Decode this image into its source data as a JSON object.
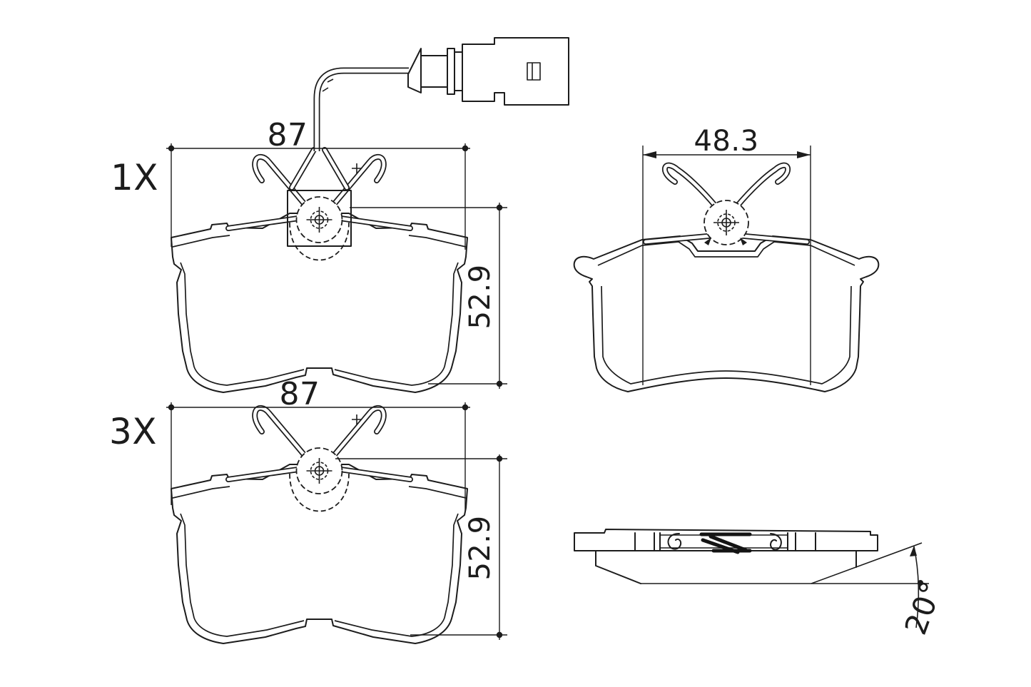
{
  "drawing": {
    "background": "#ffffff",
    "line_color": "#1c1c1c",
    "views": {
      "front_with_sensor": {
        "quantity": "1X",
        "width": "87",
        "height": "52.9"
      },
      "rear": {
        "width": "48.3"
      },
      "front_plain": {
        "quantity": "3X",
        "width": "87",
        "height": "52.9"
      },
      "profile": {
        "chamfer_angle": "20°"
      }
    }
  }
}
